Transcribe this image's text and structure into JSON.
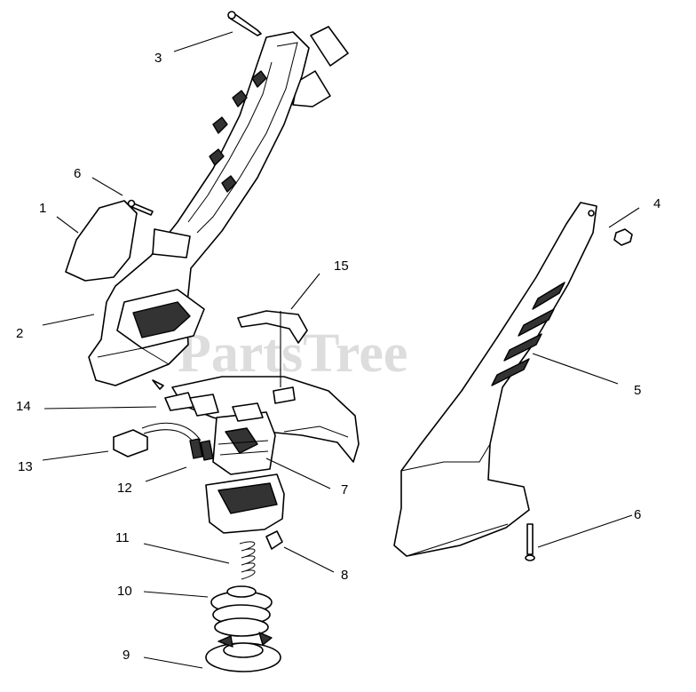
{
  "watermark": "PartsTree",
  "callouts": [
    {
      "id": "c1",
      "label": "1"
    },
    {
      "id": "c2",
      "label": "2"
    },
    {
      "id": "c3",
      "label": "3"
    },
    {
      "id": "c4",
      "label": "4"
    },
    {
      "id": "c5",
      "label": "5"
    },
    {
      "id": "c6a",
      "label": "6"
    },
    {
      "id": "c6b",
      "label": "6"
    },
    {
      "id": "c7",
      "label": "7"
    },
    {
      "id": "c8",
      "label": "8"
    },
    {
      "id": "c9",
      "label": "9"
    },
    {
      "id": "c10",
      "label": "10"
    },
    {
      "id": "c11",
      "label": "11"
    },
    {
      "id": "c12",
      "label": "12"
    },
    {
      "id": "c13",
      "label": "13"
    },
    {
      "id": "c14",
      "label": "14"
    },
    {
      "id": "c15",
      "label": "15"
    }
  ],
  "colors": {
    "ink": "#000000",
    "watermark": "#cfcfcf",
    "background": "#ffffff"
  }
}
